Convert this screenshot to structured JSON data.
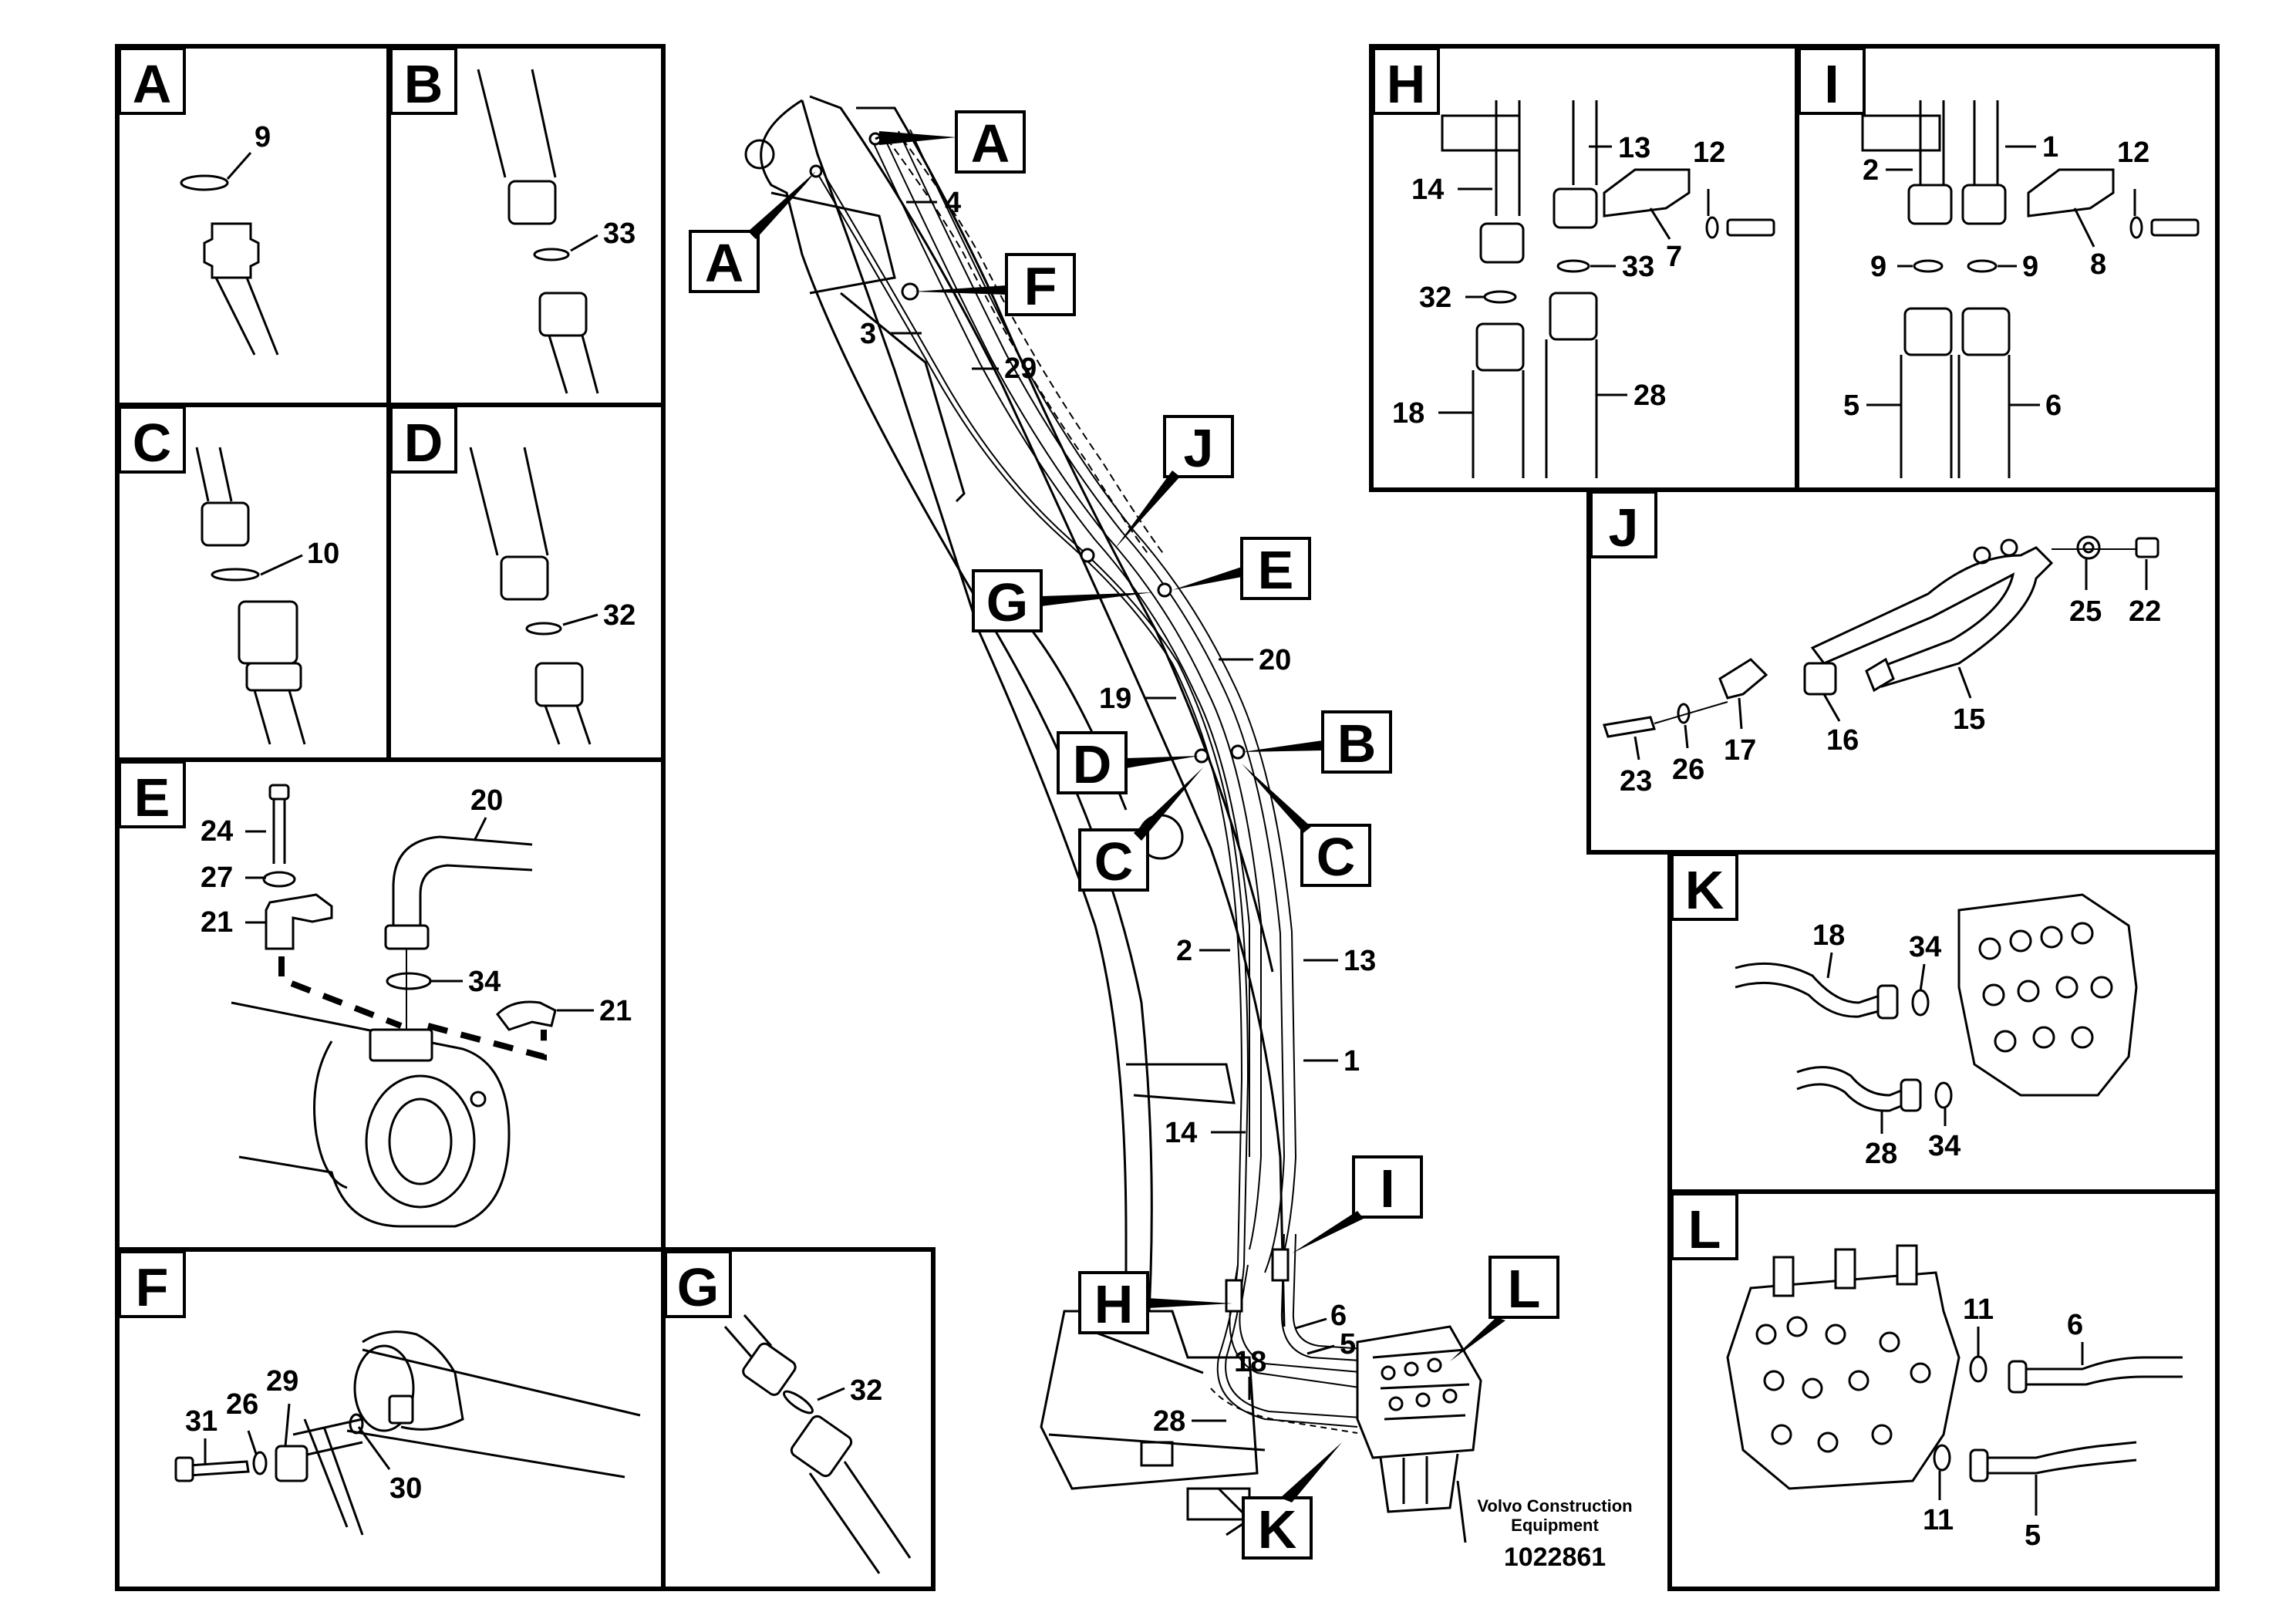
{
  "caption": {
    "line1": "Volvo Construction",
    "line2": "Equipment",
    "docnum": "1022861"
  },
  "panels": {
    "A": {
      "tag": "A",
      "parts": [
        "9"
      ]
    },
    "B": {
      "tag": "B",
      "parts": [
        "33"
      ]
    },
    "C": {
      "tag": "C",
      "parts": [
        "10"
      ]
    },
    "D": {
      "tag": "D",
      "parts": [
        "32"
      ]
    },
    "E": {
      "tag": "E",
      "parts": [
        "24",
        "27",
        "21",
        "20",
        "34",
        "21"
      ]
    },
    "F": {
      "tag": "F",
      "parts": [
        "31",
        "26",
        "29",
        "30"
      ]
    },
    "G": {
      "tag": "G",
      "parts": [
        "32"
      ]
    },
    "H": {
      "tag": "H",
      "parts": [
        "13",
        "12",
        "14",
        "7",
        "33",
        "32",
        "18",
        "28"
      ]
    },
    "I": {
      "tag": "I",
      "parts": [
        "1",
        "12",
        "2",
        "8",
        "9",
        "9",
        "5",
        "6"
      ]
    },
    "J": {
      "tag": "J",
      "parts": [
        "25",
        "22",
        "15",
        "16",
        "17",
        "23",
        "26"
      ]
    },
    "K": {
      "tag": "K",
      "parts": [
        "34",
        "18",
        "28",
        "34"
      ]
    },
    "L": {
      "tag": "L",
      "parts": [
        "11",
        "6",
        "11",
        "5"
      ]
    }
  },
  "main": {
    "callouts": [
      "A",
      "A",
      "F",
      "J",
      "E",
      "G",
      "B",
      "D",
      "C",
      "C",
      "I",
      "H",
      "L",
      "K"
    ],
    "parts": [
      "4",
      "3",
      "29",
      "20",
      "19",
      "2",
      "13",
      "1",
      "14",
      "6",
      "5",
      "18",
      "28"
    ]
  }
}
